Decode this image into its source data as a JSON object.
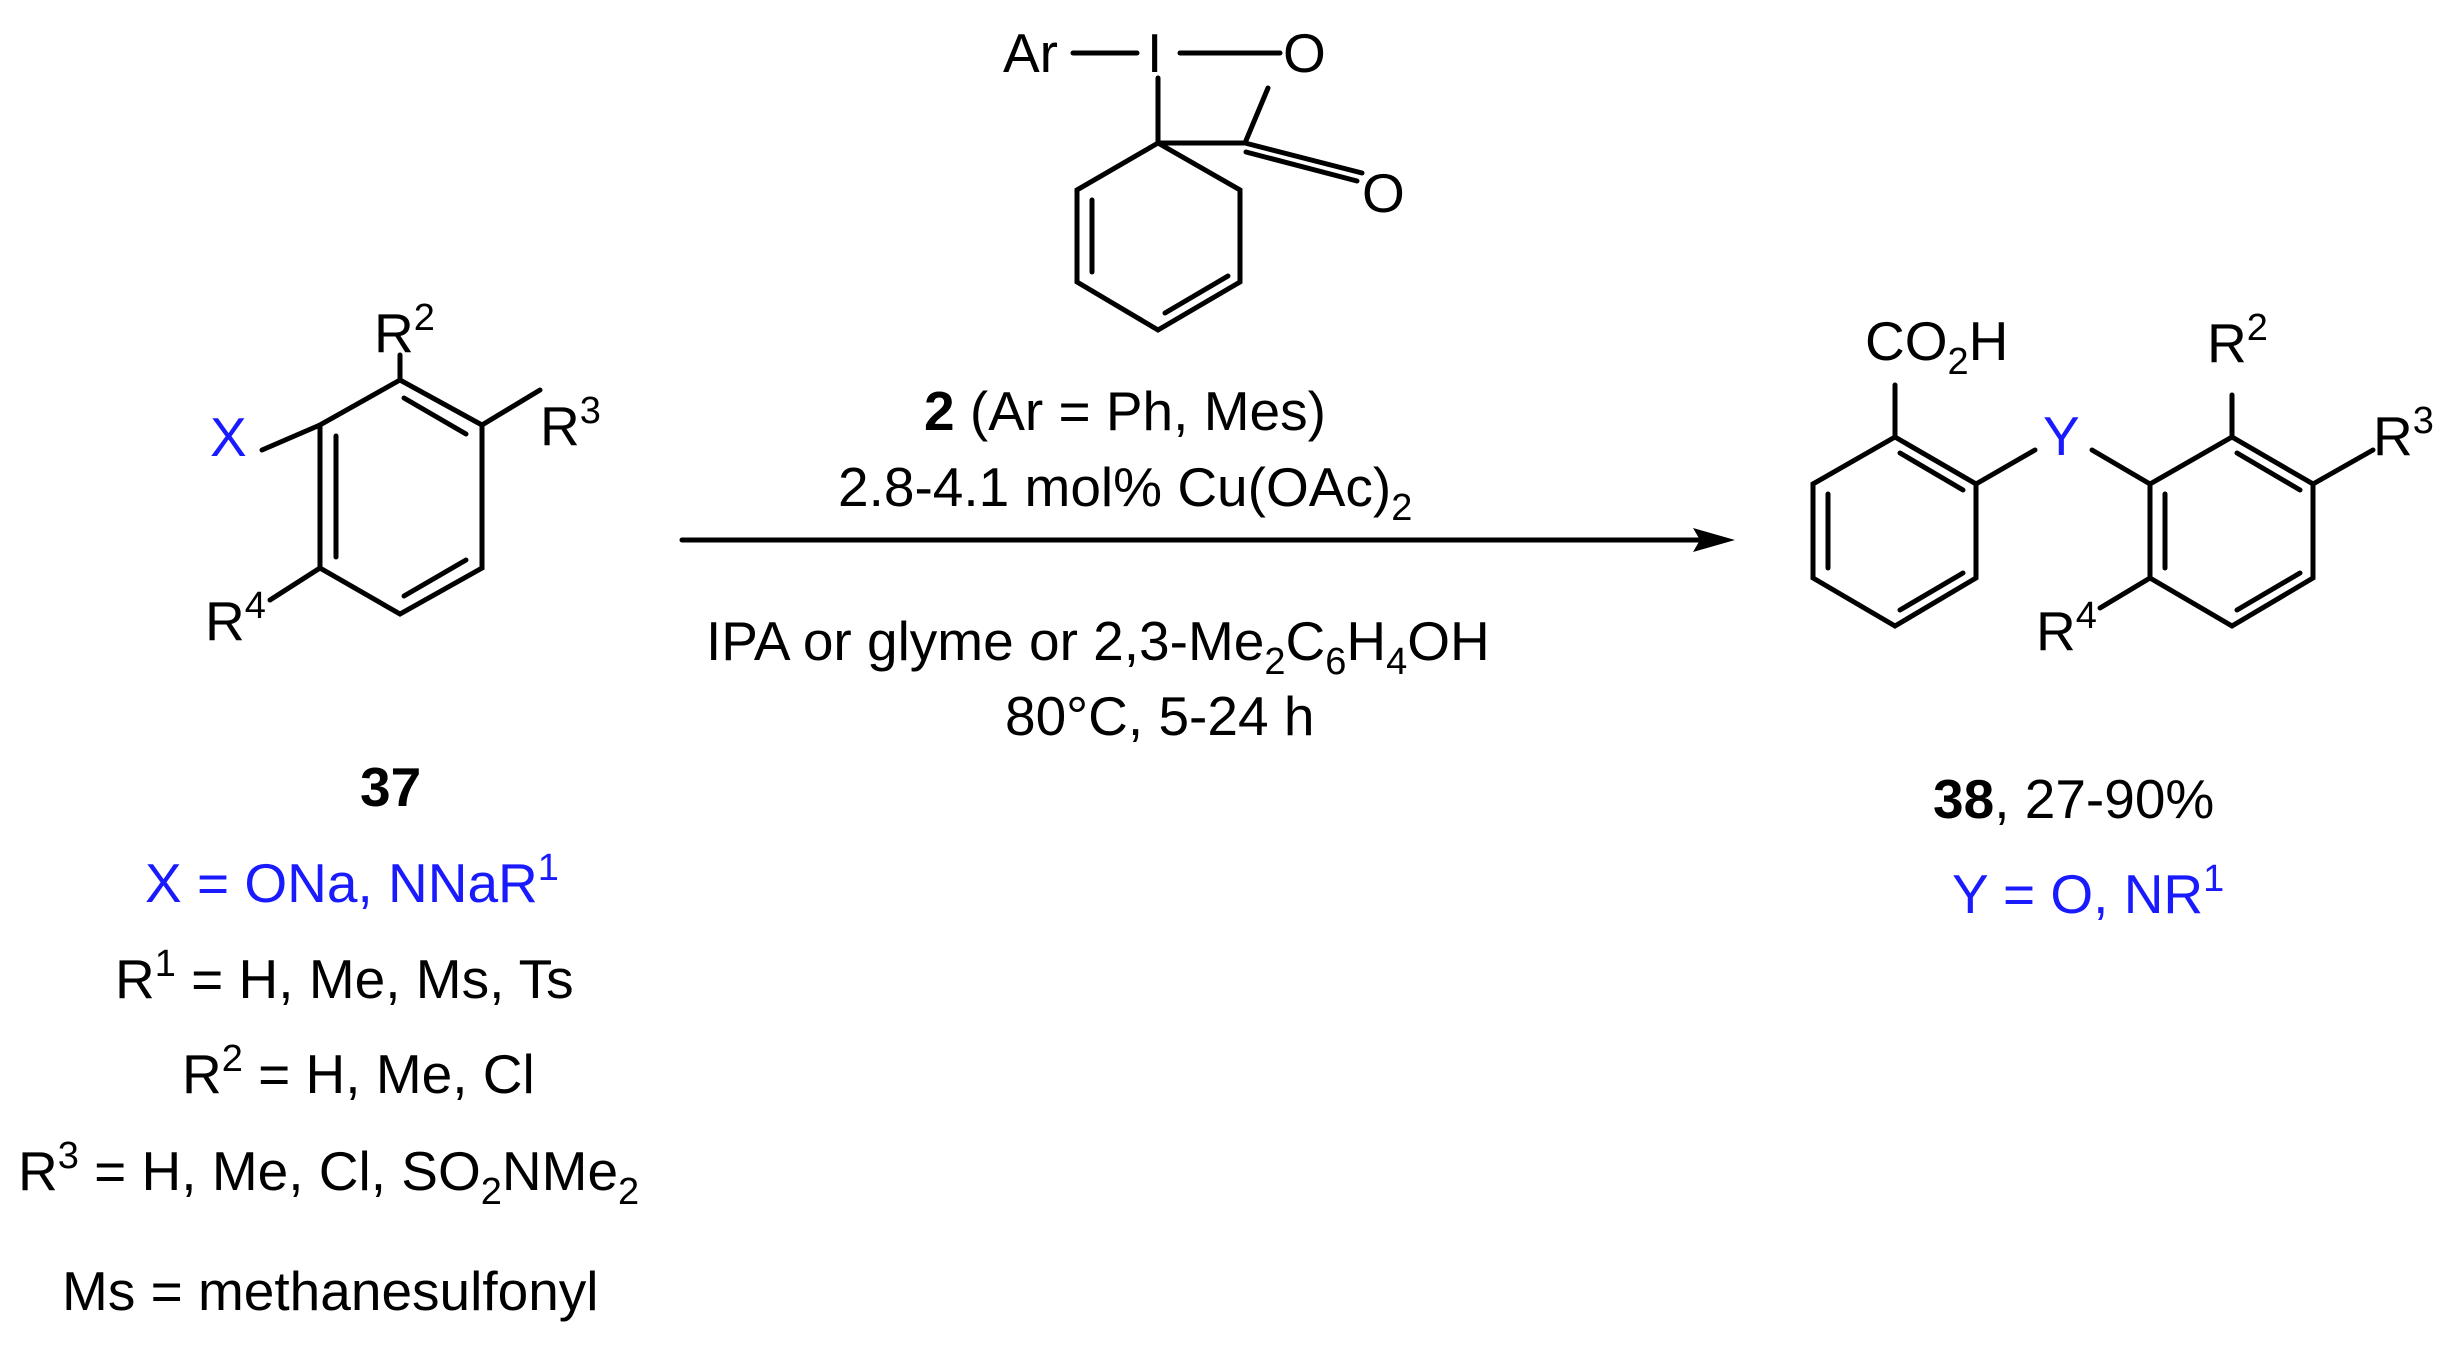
{
  "reagent": {
    "ar": "Ar",
    "iodine": "I",
    "oxygen_ring": "O",
    "oxygen_carbonyl": "O",
    "compound_number": "2",
    "compound_desc": " (Ar = Ph, Mes)",
    "catalyst_pre": "2.8-4.1 mol% Cu(OAc)",
    "catalyst_sub": "2"
  },
  "conditions": {
    "solvent_pre": "IPA or glyme or 2,3-Me",
    "solvent_sub1": "2",
    "solvent_mid1": "C",
    "solvent_sub2": "6",
    "solvent_mid2": "H",
    "solvent_sub3": "4",
    "solvent_post": "OH",
    "temp_time": "80°C, 5-24 h"
  },
  "reactant": {
    "x_label": "X",
    "r2": "R",
    "r2_sup": "2",
    "r3": "R",
    "r3_sup": "3",
    "r4": "R",
    "r4_sup": "4",
    "number": "37",
    "x_def_pre": "X = ONa, NNaR",
    "x_def_sup": "1",
    "r1_def_pre": "R",
    "r1_def_sup": "1",
    "r1_def_post": " = H, Me, Ms, Ts",
    "r2_def_pre": "R",
    "r2_def_sup": "2",
    "r2_def_post": " = H, Me, Cl",
    "r3_def_pre": "R",
    "r3_def_sup": "3",
    "r3_def_post": " = H, Me, Cl, SO",
    "r3_def_sub1": "2",
    "r3_def_mid": "NMe",
    "r3_def_sub2": "2",
    "ms_def": "Ms = methanesulfonyl"
  },
  "product": {
    "co2h_pre": "CO",
    "co2h_sub": "2",
    "co2h_post": "H",
    "y_label": "Y",
    "r2": "R",
    "r2_sup": "2",
    "r3": "R",
    "r3_sup": "3",
    "r4": "R",
    "r4_sup": "4",
    "number": "38",
    "yield": ", 27-90%",
    "y_def_pre": "Y = O, NR",
    "y_def_sup": "1"
  },
  "colors": {
    "variable_atom": "#1a1aff",
    "text": "#000000"
  }
}
